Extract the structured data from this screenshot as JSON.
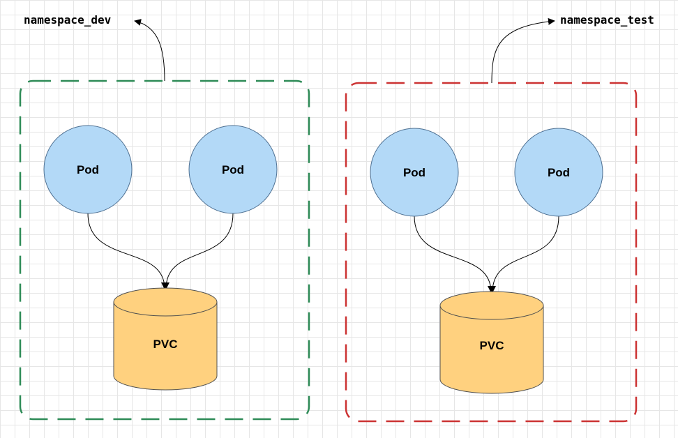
{
  "colors": {
    "dev_border": "#2e8b57",
    "test_border": "#cc3333",
    "pod_fill": "#b3d9f7",
    "pod_stroke": "#4d6f91",
    "pvc_fill": "#ffd17f",
    "pvc_stroke": "#4f4f4f"
  },
  "namespaces": [
    {
      "name": "namespace_dev",
      "pods": [
        {
          "label": "Pod"
        },
        {
          "label": "Pod"
        }
      ],
      "pvc": {
        "label": "PVC"
      }
    },
    {
      "name": "namespace_test",
      "pods": [
        {
          "label": "Pod"
        },
        {
          "label": "Pod"
        }
      ],
      "pvc": {
        "label": "PVC"
      }
    }
  ]
}
